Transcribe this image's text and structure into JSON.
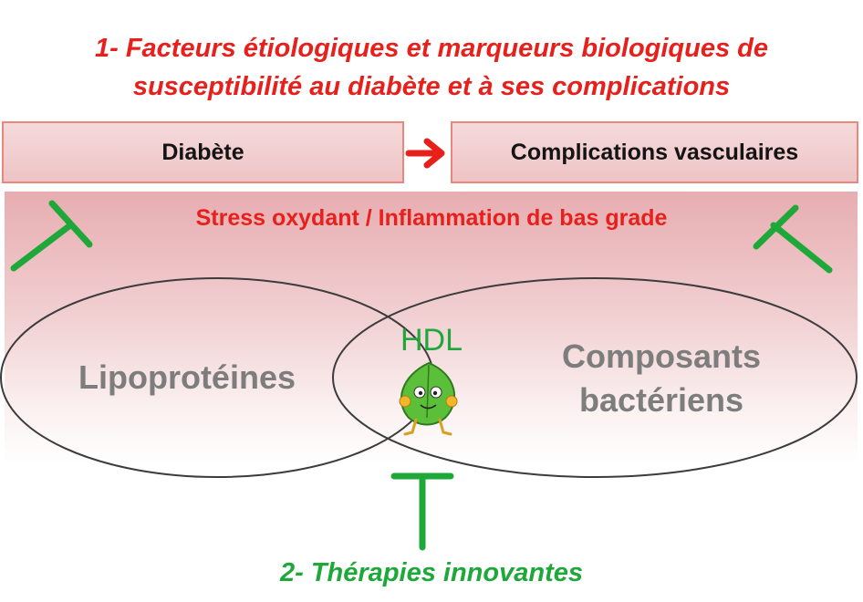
{
  "title": {
    "line1": "1- Facteurs étiologiques et marqueurs biologiques de",
    "line2": "susceptibilité au diabète et à ses complications"
  },
  "boxes": {
    "diabete": "Diabète",
    "complications": "Complications vasculaires"
  },
  "stress_label": "Stress oxydant / Inflammation de bas grade",
  "venn": {
    "left": "Lipoprotéines",
    "right_line1": "Composants",
    "right_line2": "bactériens",
    "center": "HDL"
  },
  "therapies": "2- Thérapies innovantes",
  "colors": {
    "red": "#e8201c",
    "green": "#1fa83a",
    "grey_text": "#7d7d7d",
    "box_border": "#e7877e"
  },
  "icons": [
    "arrow-right-icon",
    "inhibition-bar-icon",
    "leaf-mascot-icon"
  ]
}
